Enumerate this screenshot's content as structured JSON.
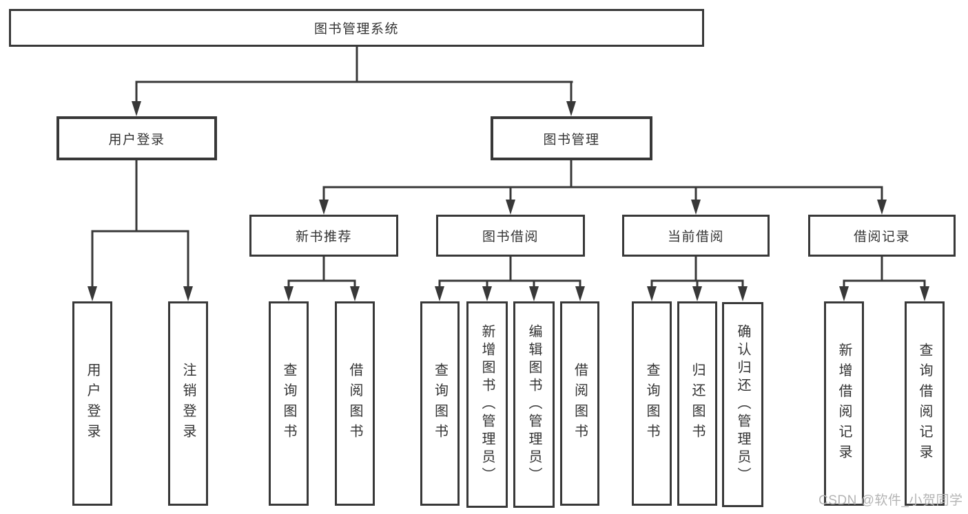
{
  "tree": {
    "root": "图书管理系统",
    "branches": [
      {
        "label": "用户登录",
        "children": [
          {
            "label": "用户登录"
          },
          {
            "label": "注销登录"
          }
        ]
      },
      {
        "label": "图书管理",
        "children": [
          {
            "label": "新书推荐",
            "children": [
              {
                "label": "查询图书"
              },
              {
                "label": "借阅图书"
              }
            ]
          },
          {
            "label": "图书借阅",
            "children": [
              {
                "label": "查询图书"
              },
              {
                "label": "新增图书（管理员）"
              },
              {
                "label": "编辑图书（管理员）"
              },
              {
                "label": "借阅图书"
              }
            ]
          },
          {
            "label": "当前借阅",
            "children": [
              {
                "label": "查询图书"
              },
              {
                "label": "归还图书"
              },
              {
                "label": "确认归还（管理员）"
              }
            ]
          },
          {
            "label": "借阅记录",
            "children": [
              {
                "label": "新增借阅记录"
              },
              {
                "label": "查询借阅记录"
              }
            ]
          }
        ]
      }
    ]
  },
  "watermark": {
    "text": "CSDN @软件_小贺同学"
  },
  "colors": {
    "line": "#383838",
    "box_border": "#383838",
    "text": "#333333",
    "watermark": "#b4b4b4",
    "background": "#ffffff"
  }
}
